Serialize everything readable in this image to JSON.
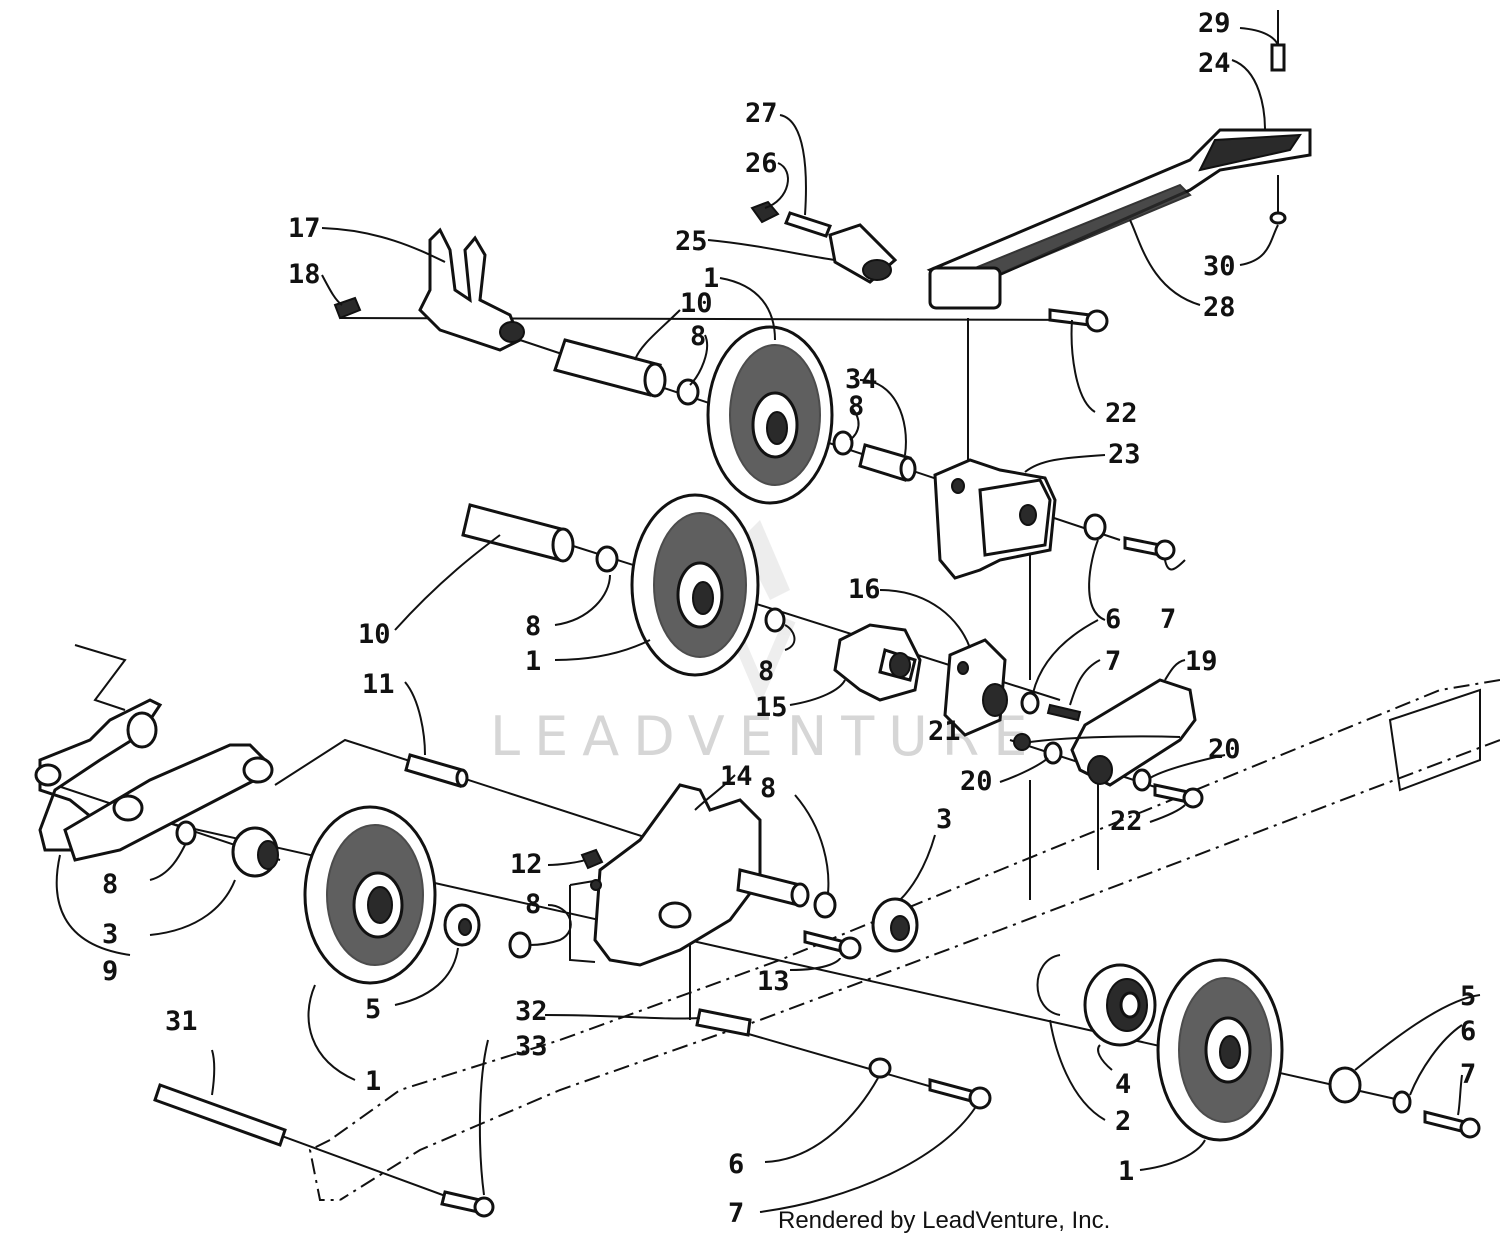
{
  "callouts": {
    "c29": "29",
    "c24": "24",
    "c27": "27",
    "c26": "26",
    "c17": "17",
    "c25": "25",
    "c18": "18",
    "c30": "30",
    "c28": "28",
    "c1a": "1",
    "c10a": "10",
    "c8a": "8",
    "c34": "34",
    "c8b": "8",
    "c22a": "22",
    "c23": "23",
    "c10b": "10",
    "c8c": "8",
    "c1b": "1",
    "c8d": "8",
    "c16": "16",
    "c6a": "6",
    "c7a": "7",
    "c7b": "7",
    "c19": "19",
    "c11": "11",
    "c15": "15",
    "c21": "21",
    "c20a": "20",
    "c20b": "20",
    "c14": "14",
    "c22b": "22",
    "c8e": "8",
    "c3a": "3",
    "c12": "12",
    "c8f": "8",
    "c8g": "8",
    "c3b": "3",
    "c9": "9",
    "c13": "13",
    "c5a": "5",
    "c31": "31",
    "c32": "32",
    "c33": "33",
    "c1c": "1",
    "c4": "4",
    "c2": "2",
    "c5b": "5",
    "c6b": "6",
    "c7c": "7",
    "c6c": "6",
    "c7d": "7",
    "c1d": "1"
  },
  "watermark": "LEADVENTURE",
  "credit": "Rendered by LeadVenture, Inc."
}
